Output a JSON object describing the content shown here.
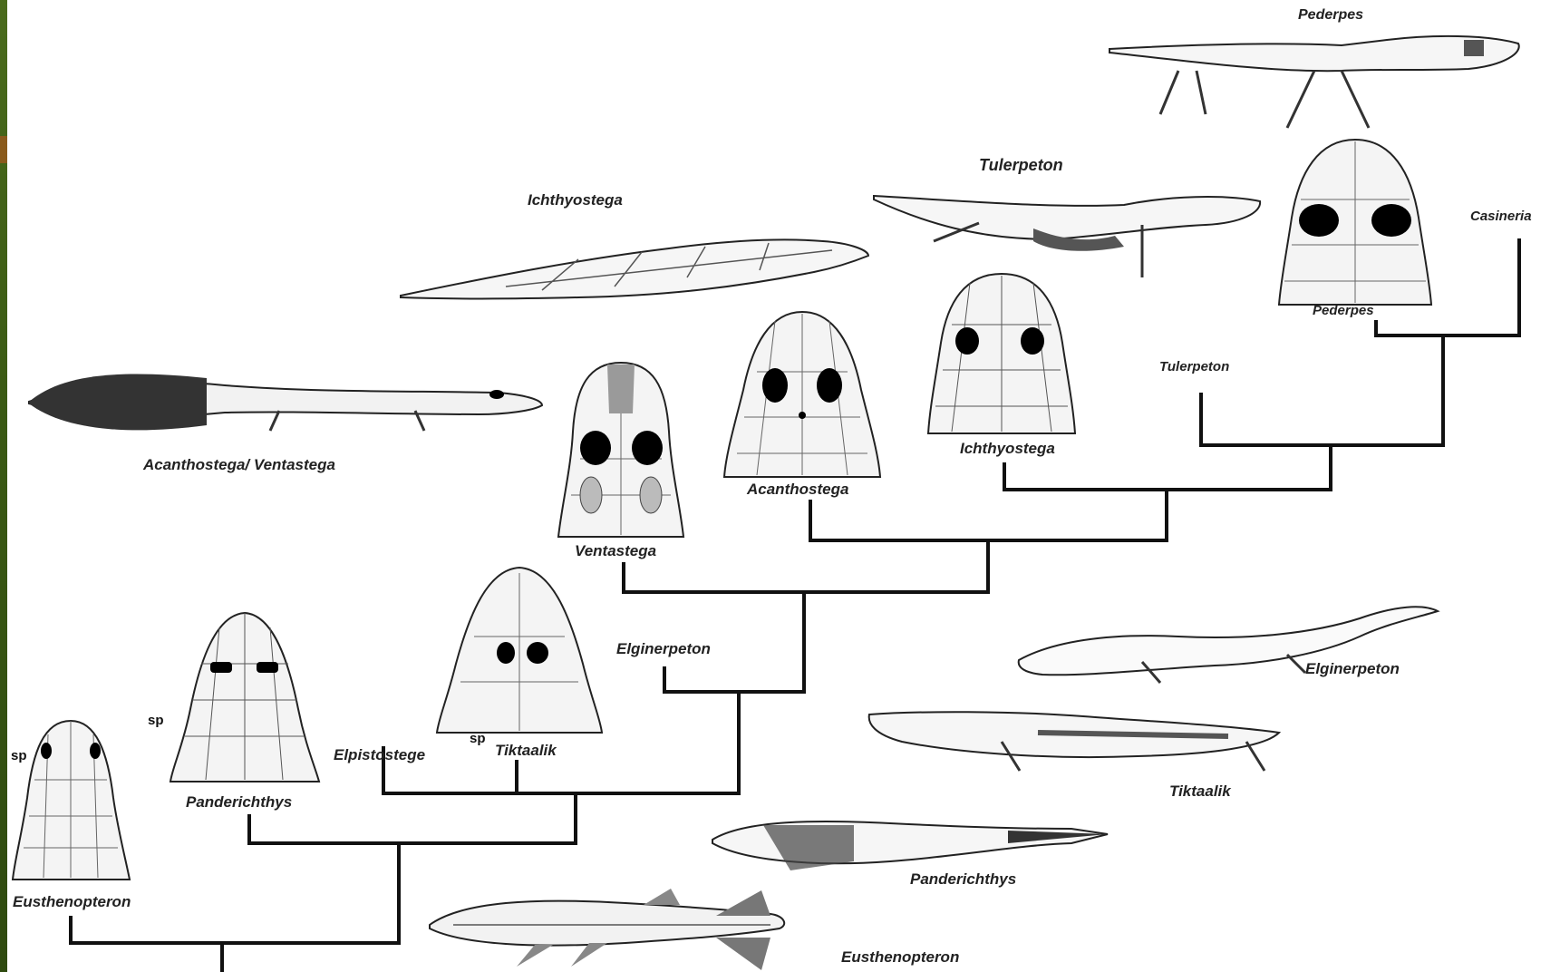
{
  "colors": {
    "ink": "#111111",
    "bone": "#333333",
    "orbit": "#000000",
    "fill": "#f2f2f2",
    "edge": "#3b5a14"
  },
  "tree_tips": {
    "eusthenopteron": "Eusthenopteron",
    "panderichthys": "Panderichthys",
    "elpistostege": "Elpistostege",
    "tiktaalik": "Tiktaalik",
    "elginerpeton": "Elginerpeton",
    "ventastega": "Ventastega",
    "acanthostega": "Acanthostega",
    "ichthyostega": "Ichthyostega",
    "tulerpeton": "Tulerpeton",
    "pederpes": "Pederpes",
    "casineria": "Casineria"
  },
  "body_labels": {
    "pederpes": "Pederpes",
    "tulerpeton": "Tulerpeton",
    "ichthyostega": "Ichthyostega",
    "acanthostega_ventastega": "Acanthostega/ Ventastega",
    "elginerpeton": "Elginerpeton",
    "tiktaalik": "Tiktaalik",
    "panderichthys": "Panderichthys",
    "eusthenopteron": "Eusthenopteron"
  },
  "annotations": {
    "spiracle": "sp"
  }
}
